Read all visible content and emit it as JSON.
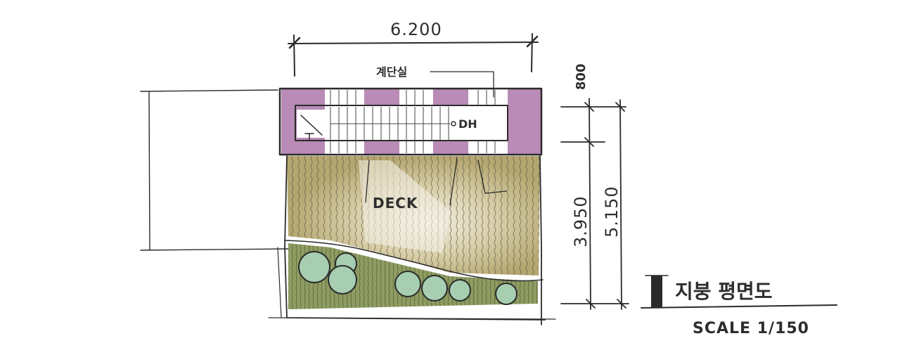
{
  "drawing": {
    "overall_width_dim": "6.200",
    "room_label": "계단실",
    "dh_label": "DH",
    "deck_label": "DECK",
    "dim_top_right": "800",
    "dim_right_inner": "3.950",
    "dim_right_outer": "5.150",
    "title": "지붕 평면도",
    "scale": "SCALE 1/150"
  },
  "colors": {
    "wall_fill": "#b98bb6",
    "deck_fill": "#c2b682",
    "deck_highlight": "#f3efe3",
    "garden_fill": "#8f9d63",
    "shrub_fill": "#a7ceb1",
    "ink": "#2b2b2b"
  },
  "icons": {
    "spot_marker": "dot-marker-icon",
    "scale_bar": "north-bar-icon"
  }
}
